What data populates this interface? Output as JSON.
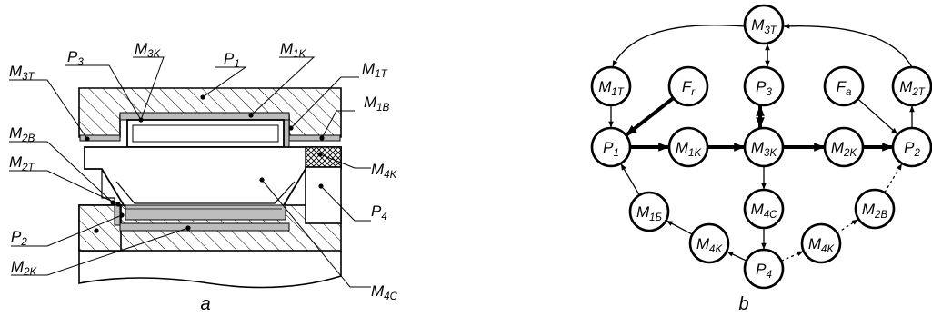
{
  "panel_a": {
    "caption": "a",
    "labels": {
      "M3T": {
        "base": "M",
        "sub": "3T"
      },
      "P3": {
        "base": "P",
        "sub": "3"
      },
      "M3K": {
        "base": "M",
        "sub": "3K"
      },
      "P1": {
        "base": "P",
        "sub": "1"
      },
      "M1K": {
        "base": "M",
        "sub": "1K"
      },
      "M1T": {
        "base": "M",
        "sub": "1T"
      },
      "M1B": {
        "base": "M",
        "sub": "1B"
      },
      "M2B": {
        "base": "M",
        "sub": "2B"
      },
      "M2T": {
        "base": "M",
        "sub": "2T"
      },
      "M4K": {
        "base": "M",
        "sub": "4K"
      },
      "P4": {
        "base": "P",
        "sub": "4"
      },
      "P2": {
        "base": "P",
        "sub": "2"
      },
      "M2K": {
        "base": "M",
        "sub": "2K"
      },
      "M4C": {
        "base": "M",
        "sub": "4C"
      }
    }
  },
  "panel_b": {
    "caption": "b",
    "nodes": {
      "M3T": {
        "base": "M",
        "sub": "3T"
      },
      "M1T": {
        "base": "M",
        "sub": "1T"
      },
      "Fr": {
        "base": "F",
        "sub": "r"
      },
      "P3": {
        "base": "P",
        "sub": "3"
      },
      "Fa": {
        "base": "F",
        "sub": "a"
      },
      "M2T": {
        "base": "M",
        "sub": "2T"
      },
      "P1": {
        "base": "P",
        "sub": "1"
      },
      "M1K": {
        "base": "M",
        "sub": "1K"
      },
      "M3K": {
        "base": "M",
        "sub": "3K"
      },
      "M2K": {
        "base": "M",
        "sub": "2K"
      },
      "P2": {
        "base": "P",
        "sub": "2"
      },
      "M1B": {
        "base": "M",
        "sub": "1Б"
      },
      "M4C": {
        "base": "M",
        "sub": "4C"
      },
      "M2B": {
        "base": "M",
        "sub": "2B"
      },
      "M4K_left": {
        "base": "M",
        "sub": "4K"
      },
      "M4K_right": {
        "base": "M",
        "sub": "4K"
      },
      "P4": {
        "base": "P",
        "sub": "4"
      }
    },
    "edges": [
      {
        "from": "M3T",
        "to": "M1T",
        "style": "thin"
      },
      {
        "from": "M3T",
        "to": "P3",
        "style": "thin"
      },
      {
        "from": "P3",
        "to": "M3T",
        "style": "thin"
      },
      {
        "from": "M2T",
        "to": "M3T",
        "style": "thin"
      },
      {
        "from": "M1T",
        "to": "P1",
        "style": "thin"
      },
      {
        "from": "Fr",
        "to": "P1",
        "style": "thick"
      },
      {
        "from": "M3K",
        "to": "P3",
        "style": "thick"
      },
      {
        "from": "P3",
        "to": "M3K",
        "style": "thick"
      },
      {
        "from": "Fa",
        "to": "P2",
        "style": "thin"
      },
      {
        "from": "P2",
        "to": "M2T",
        "style": "thin"
      },
      {
        "from": "P1",
        "to": "M1K",
        "style": "thick"
      },
      {
        "from": "M1K",
        "to": "M3K",
        "style": "thick"
      },
      {
        "from": "M3K",
        "to": "M2K",
        "style": "thick"
      },
      {
        "from": "M2K",
        "to": "P2",
        "style": "thick"
      },
      {
        "from": "M3K",
        "to": "M4C",
        "style": "thin"
      },
      {
        "from": "M4C",
        "to": "P4",
        "style": "thin"
      },
      {
        "from": "M1B",
        "to": "P1",
        "style": "thin"
      },
      {
        "from": "M4K_left",
        "to": "M1B",
        "style": "thin"
      },
      {
        "from": "P4",
        "to": "M4K_left",
        "style": "thin"
      },
      {
        "from": "P4",
        "to": "M4K_right",
        "style": "dashed"
      },
      {
        "from": "M4K_right",
        "to": "M2B",
        "style": "dashed"
      },
      {
        "from": "M2B",
        "to": "P2",
        "style": "dashed"
      }
    ]
  }
}
